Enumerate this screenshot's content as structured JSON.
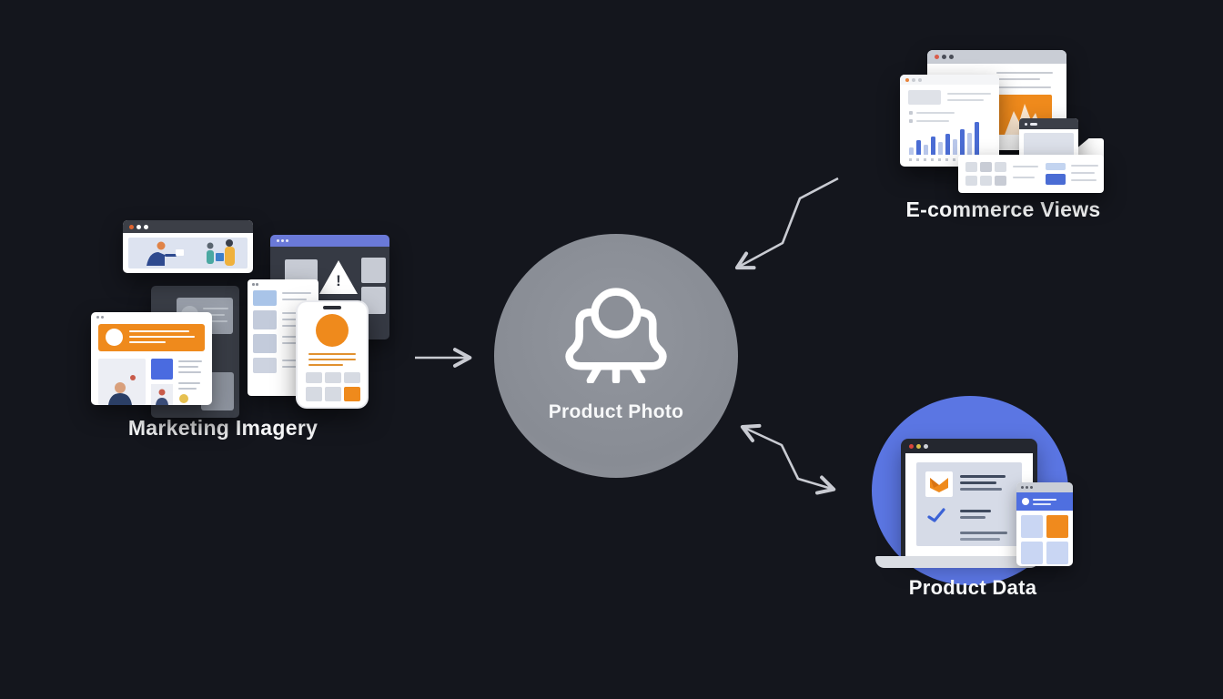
{
  "diagram": {
    "background_color": "#14161d",
    "arrow_color": "#c9cbd2",
    "nodes": {
      "marketing_imagery": {
        "label": "Marketing Imagery"
      },
      "product_photo": {
        "label": "Product Photo",
        "icon": "camera-on-tripod-icon",
        "circle_color": "#8b8f97"
      },
      "ecommerce_views": {
        "label": "E-commerce Views"
      },
      "product_data": {
        "label": "Product Data",
        "circle_color": "#5b76e3"
      }
    },
    "edges": [
      {
        "from": "marketing_imagery",
        "to": "product_photo",
        "direction": "one-way",
        "shape": "straight"
      },
      {
        "from": "ecommerce_views",
        "to": "product_photo",
        "direction": "one-way",
        "shape": "zigzag"
      },
      {
        "from": "product_data",
        "to": "product_photo",
        "direction": "two-way",
        "shape": "zigzag"
      }
    ],
    "accent_colors": {
      "orange": "#ef8a1c",
      "blue": "#4a6cd4",
      "blue_header": "#4f6fe0",
      "periwinkle_topbar": "#6a79d8",
      "window_dark": "#3a3e47",
      "panel_light": "#dde3f0",
      "warning_symbol": "!"
    },
    "illustrations": {
      "bar_chart_heights": [
        8,
        16,
        11,
        20,
        14,
        23,
        17,
        28,
        24,
        36
      ],
      "bar_colors": [
        "#b9c7ea",
        "#4a6cd4"
      ]
    }
  }
}
